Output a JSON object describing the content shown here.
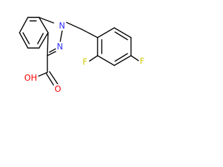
{
  "molecule": {
    "atoms": {
      "n1": {
        "label": "N",
        "color": "#3333ff"
      },
      "n2": {
        "label": "N",
        "color": "#3333ff"
      },
      "f_ortho": {
        "label": "F",
        "color": "#cccc00"
      },
      "f_para": {
        "label": "F",
        "color": "#cccc00"
      },
      "oh": {
        "label": "OH",
        "color": "#ff0000"
      },
      "o_carbonyl": {
        "label": "O",
        "color": "#ff0000"
      }
    }
  }
}
